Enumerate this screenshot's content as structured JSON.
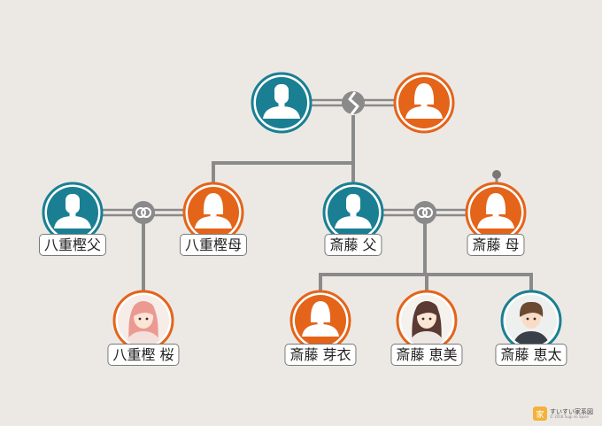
{
  "colors": {
    "male": "#1a7f93",
    "female": "#e4641a",
    "line": "#8a8a8a",
    "background": "#ece9e5"
  },
  "people": [
    {
      "id": "grandfather",
      "name": "",
      "gender": "male",
      "avatar": "silhouette"
    },
    {
      "id": "grandmother",
      "name": "",
      "gender": "female",
      "avatar": "silhouette"
    },
    {
      "id": "yaegashi-father",
      "name": "八重樫父",
      "gender": "male",
      "avatar": "silhouette"
    },
    {
      "id": "yaegashi-mother",
      "name": "八重樫母",
      "gender": "female",
      "avatar": "silhouette"
    },
    {
      "id": "saito-father",
      "name": "斎藤 父",
      "gender": "male",
      "avatar": "silhouette"
    },
    {
      "id": "saito-mother",
      "name": "斎藤 母",
      "gender": "female",
      "avatar": "silhouette"
    },
    {
      "id": "yaegashi-sakura",
      "name": "八重樫 桜",
      "gender": "female",
      "avatar": "portrait"
    },
    {
      "id": "saito-mei",
      "name": "斎藤 芽衣",
      "gender": "female",
      "avatar": "silhouette"
    },
    {
      "id": "saito-emi",
      "name": "斎藤 恵美",
      "gender": "female",
      "avatar": "portrait"
    },
    {
      "id": "saito-keita",
      "name": "斎藤 恵太",
      "gender": "male",
      "avatar": "portrait"
    }
  ],
  "relations": [
    {
      "type": "divorced",
      "partners": [
        "grandfather",
        "grandmother"
      ]
    },
    {
      "type": "married",
      "partners": [
        "yaegashi-father",
        "yaegashi-mother"
      ]
    },
    {
      "type": "married",
      "partners": [
        "saito-father",
        "saito-mother"
      ]
    }
  ],
  "watermark": {
    "logo": "家",
    "title": "すいすい家系図",
    "copyright": "© 2018 Sugi no Spice"
  }
}
